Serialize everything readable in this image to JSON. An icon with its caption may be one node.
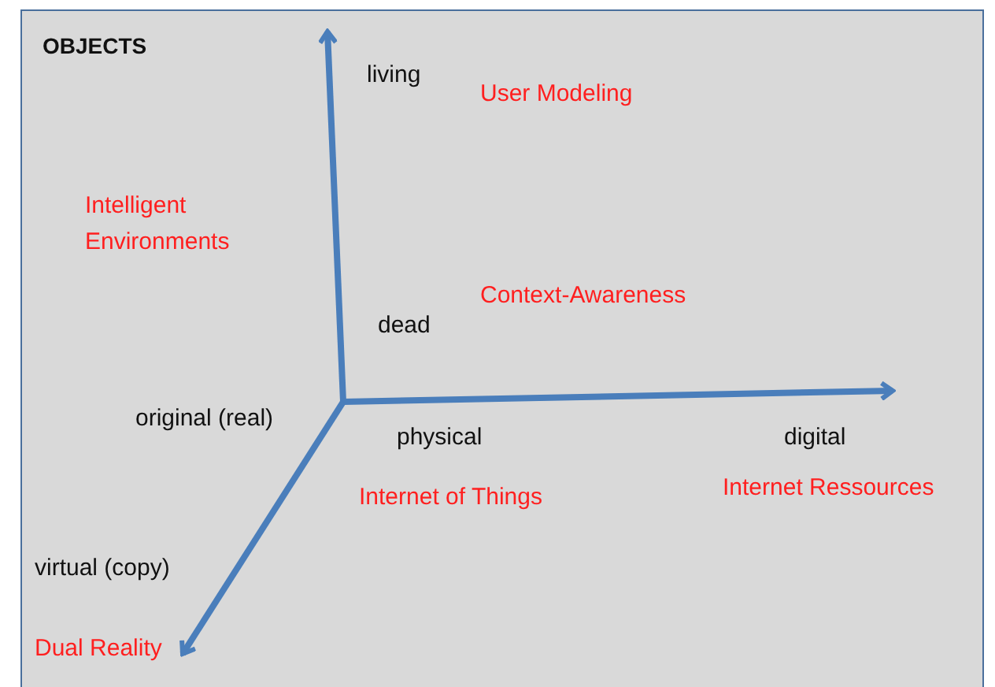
{
  "diagram": {
    "title": "OBJECTS",
    "labels": [
      "living",
      "User Modeling",
      "Intelligent Environments",
      "Context-Awareness",
      "dead",
      "original (real)",
      "physical",
      "digital",
      "Internet Ressources",
      "Internet of Things",
      "virtual (copy)",
      "Dual Reality"
    ]
  }
}
